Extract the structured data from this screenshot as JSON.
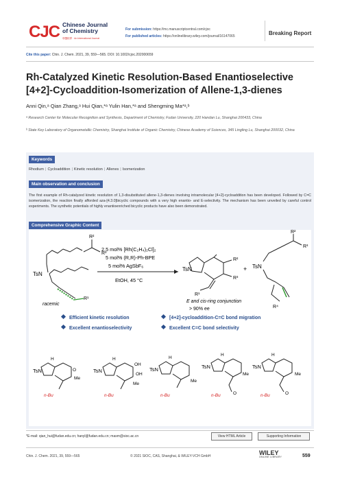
{
  "header": {
    "logo_mark": "CJC",
    "journal_name_1": "Chinese Journal",
    "journal_name_2": "of Chemistry",
    "journal_sub": "中国化学 · An International Journal",
    "submission_label": "For submission:",
    "submission_url": "https://mc.manuscriptcentral.com/cjoc",
    "published_label": "For published articles:",
    "published_url": "https://onlinelibrary.wiley.com/journal/16147065",
    "article_type": "Breaking Report"
  },
  "citation": {
    "label": "Cite this paper:",
    "text": "Chin. J. Chem. 2021, 39, 559—565. DOI: 10.1002/cjoc.202000659"
  },
  "title_line1": "Rh-Catalyzed Kinetic Resolution-Based Enantioselective",
  "title_line2": "[4+2]-Cycloaddition-Isomerization of Allene-1,3-dienes",
  "authors": "Anni Qin,ᵃ Qian Zhang,ᵃ Hui Qian,*ᵃ Yulin Han,*ᵃ and Shengming Ma*ᵃ,ᵇ",
  "affiliations": {
    "a": "ᵃ Research Center for Molecular Recognition and Synthesis, Department of Chemistry, Fudan University, 220 Handan Lu, Shanghai 200433, China",
    "b": "ᵇ State Key Laboratory of Organometallic Chemistry, Shanghai Institute of Organic Chemistry, Chinese Academy of Sciences, 345 Lingling Lu, Shanghai 200032, China"
  },
  "keywords": {
    "heading": "Keywords",
    "items": [
      "Rhodium",
      "Cycloaddition",
      "Kinetic resolution",
      "Allenes",
      "Isomerization"
    ]
  },
  "main_observation": {
    "heading": "Main observation and conclusion",
    "text": "The first example of Rh-catalyzed kinetic resolution of 1,3-disubstituted allene-1,3-dienes involving intramolecular [4+2]-cycloaddition has been developed. Followed by C=C isomerization, the reaction finally afforded aza-[4.3.0]bicyclic compounds with a very high enantio- and E-selectivity. The mechanism has been unveiled by careful control experiments. The synthetic potentials of highly enantioenriched bicyclic products have also been demonstrated."
  },
  "graphic": {
    "heading": "Comprehensive Graphic Content",
    "conditions": [
      "2.5 mol% [Rh(C₂H₄)₂Cl]₂",
      "5 mol% (R,R)-Ph-BPE",
      "5 mol% AgSbF₆",
      "EtOH, 45 °C"
    ],
    "substrate_label": "racemic",
    "product_note": [
      "E and cis-ring conjunction",
      "> 90% ee"
    ],
    "labels": {
      "TsN": "TsN",
      "R1": "R¹",
      "R2": "R²",
      "R3": "R³",
      "R4": "R⁴",
      "plus": "+",
      "H": "H",
      "OH": "OH",
      "O": "O",
      "Me": "Me",
      "nBu": "n-Bu"
    },
    "bullets": [
      "Efficient kinetic resolution",
      "[4+2]-cycloaddition-C=C bond migration",
      "Excellent enantioselectivity",
      "Excellent C=C bond selectivity"
    ],
    "colors": {
      "allene": "#2e9a2e",
      "substituent": "#d42020",
      "bullet": "#2a4e8c"
    }
  },
  "footer": {
    "email": "*E-mail: qian_hui@fudan.edu.cn; hanyl@fudan.edu.cn; masm@sioc.ac.cn",
    "btn_html": "View HTML Article",
    "btn_support": "Supporting Information",
    "citation": "Chin. J. Chem. 2021, 39, 559—565",
    "copyright": "© 2021 SIOC, CAS, Shanghai, & WILEY-VCH GmbH",
    "publisher": "WILEY",
    "publisher_sub": "ONLINE LIBRARY",
    "page": "559"
  }
}
